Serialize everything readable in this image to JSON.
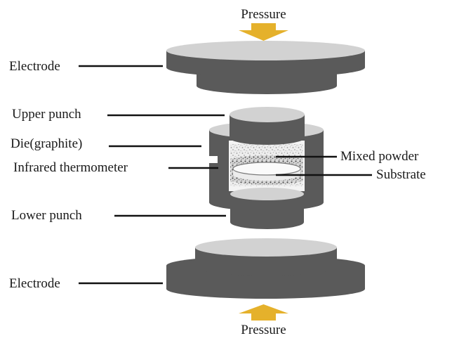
{
  "figure": {
    "title": "Spark plasma sintering setup schematic",
    "colors": {
      "metal_side": "#5a5a5a",
      "metal_top": "#d2d2d2",
      "arrow": "#e5b12b",
      "powder": "#8a8a8a",
      "line": "#111111"
    }
  },
  "labels": {
    "pressure_top": "Pressure",
    "pressure_bottom": "Pressure",
    "electrode_top": "Electrode",
    "electrode_bottom": "Electrode",
    "upper_punch": "Upper punch",
    "die": "Die(graphite)",
    "infrared_thermometer": "Infrared thermometer",
    "lower_punch": "Lower punch",
    "mixed_powder": "Mixed powder",
    "substrate": "Substrate"
  },
  "components": [
    {
      "id": "electrode-top",
      "name": "Electrode"
    },
    {
      "id": "upper-punch",
      "name": "Upper punch"
    },
    {
      "id": "die",
      "name": "Die(graphite)"
    },
    {
      "id": "mixed-powder",
      "name": "Mixed powder"
    },
    {
      "id": "substrate",
      "name": "Substrate"
    },
    {
      "id": "lower-punch",
      "name": "Lower punch"
    },
    {
      "id": "electrode-bottom",
      "name": "Electrode"
    }
  ],
  "arrows": [
    {
      "label": "Pressure",
      "direction": "down"
    },
    {
      "label": "Pressure",
      "direction": "up"
    }
  ]
}
